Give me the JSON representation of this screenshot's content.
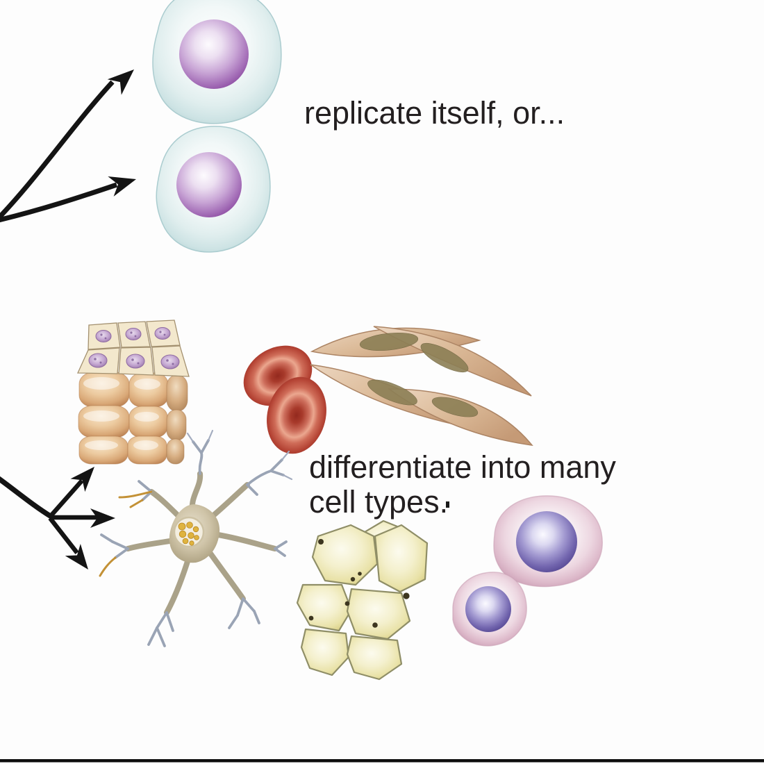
{
  "figure": {
    "type": "biology-diagram",
    "subject": "stem cell fate: self-replication vs differentiation"
  },
  "labels": {
    "replicate": "replicate itself, or...",
    "differentiate_line1": "differentiate into many",
    "differentiate_line2": "cell types."
  },
  "icons": {
    "stem_cell_top": "stem-cell-daughter-top",
    "stem_cell_bottom": "stem-cell-daughter-bottom",
    "epithelial_block": "epithelial-tissue-block",
    "red_blood_cells": "red-blood-cells",
    "smooth_muscle": "smooth-muscle-cells",
    "neuron": "neuron",
    "fat_cells": "adipose-fat-cells",
    "lymphocyte_large": "immune-cell-large",
    "lymphocyte_small": "immune-cell-small",
    "replicate_arrows": "two-curved-arrows",
    "differentiate_arrows": "three-branch-arrows",
    "bottom_rule": "bottom-border-line"
  },
  "colors": {
    "background": "#fdfdfd",
    "text": "#231f20",
    "arrow": "#141414",
    "stem_cell_cytoplasm": "#d6e8e9",
    "stem_cell_nucleus": "#9a5bab",
    "epithelial_tan": "#d9a877",
    "epithelial_top": "#f3e8cd",
    "rbc_red": "#b5443a",
    "muscle_tan": "#d9b796",
    "muscle_nucleus": "#8c7f55",
    "neuron_body": "#cfc4a8",
    "neuron_granules": "#dfb33f",
    "fat_yellow": "#efe9b4",
    "lymph_pink": "#dcb6c6",
    "lymph_nucleus": "#5a4a9e",
    "bottom_line": "#0e0e0e"
  }
}
